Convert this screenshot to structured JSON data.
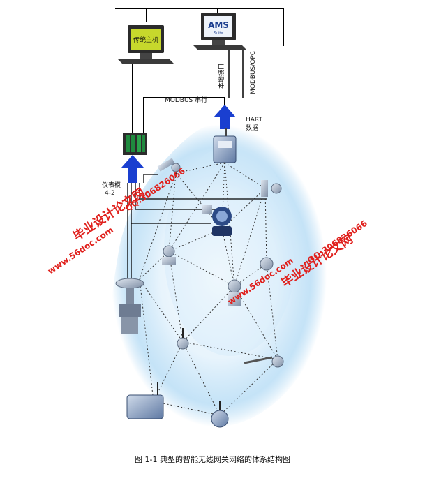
{
  "labels": {
    "host_screen": "传统主机",
    "ams": "AMS",
    "ams_sub": "Suite",
    "modbus_serial": "MODBUS 串行",
    "native_interface": "本地接口",
    "modbus_opc": "MODBUS/OPC",
    "hart_line1": "HART",
    "hart_line2": "数据",
    "analog_line1": "仪表模",
    "analog_line2": "4-2"
  },
  "watermarks": {
    "left_title": "毕业设计论文网",
    "left_qq": "QQ:306826066",
    "left_url": "www.56doc.com",
    "right_qq": "QQ:306826066",
    "right_url": "www.56doc.com",
    "right_title": "毕业设计论文网"
  },
  "caption": "图 1-1  典型的智能无线网关网络的体系结构图",
  "colors": {
    "bus_line": "#000000",
    "arrow_blue": "#1a3fd0",
    "mesh_glow": "#a9d6f3",
    "watermark_red": "#e0201c",
    "screen_green": "#c7d82c",
    "ams_blue": "#1d3f8f"
  }
}
